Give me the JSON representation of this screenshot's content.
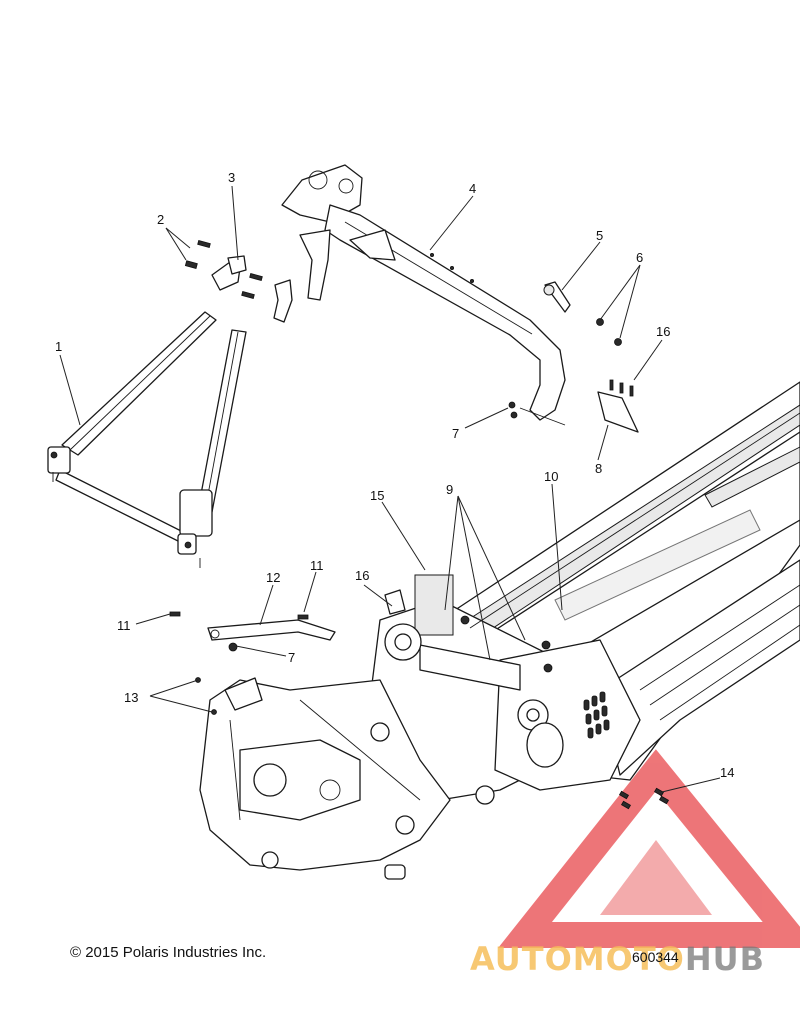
{
  "diagram": {
    "callouts": [
      {
        "id": "c1",
        "text": "1"
      },
      {
        "id": "c2",
        "text": "2"
      },
      {
        "id": "c3",
        "text": "3"
      },
      {
        "id": "c4",
        "text": "4"
      },
      {
        "id": "c5",
        "text": "5"
      },
      {
        "id": "c6",
        "text": "6"
      },
      {
        "id": "c16a",
        "text": "16"
      },
      {
        "id": "c7a",
        "text": "7"
      },
      {
        "id": "c8",
        "text": "8"
      },
      {
        "id": "c9",
        "text": "9"
      },
      {
        "id": "c10",
        "text": "10"
      },
      {
        "id": "c15",
        "text": "15"
      },
      {
        "id": "c16b",
        "text": "16"
      },
      {
        "id": "c11a",
        "text": "11"
      },
      {
        "id": "c12",
        "text": "12"
      },
      {
        "id": "c11b",
        "text": "11"
      },
      {
        "id": "c7b",
        "text": "7"
      },
      {
        "id": "c13",
        "text": "13"
      },
      {
        "id": "c14",
        "text": "14"
      }
    ]
  },
  "footer": {
    "copyright": "© 2015 Polaris Industries Inc.",
    "part_number": "600344"
  },
  "watermark": {
    "text_a": "AUTOMOTO",
    "text_b": "HUB",
    "color_main": "#e8484b",
    "color_text_a": "#f6be5a",
    "color_text_b": "#787878"
  }
}
